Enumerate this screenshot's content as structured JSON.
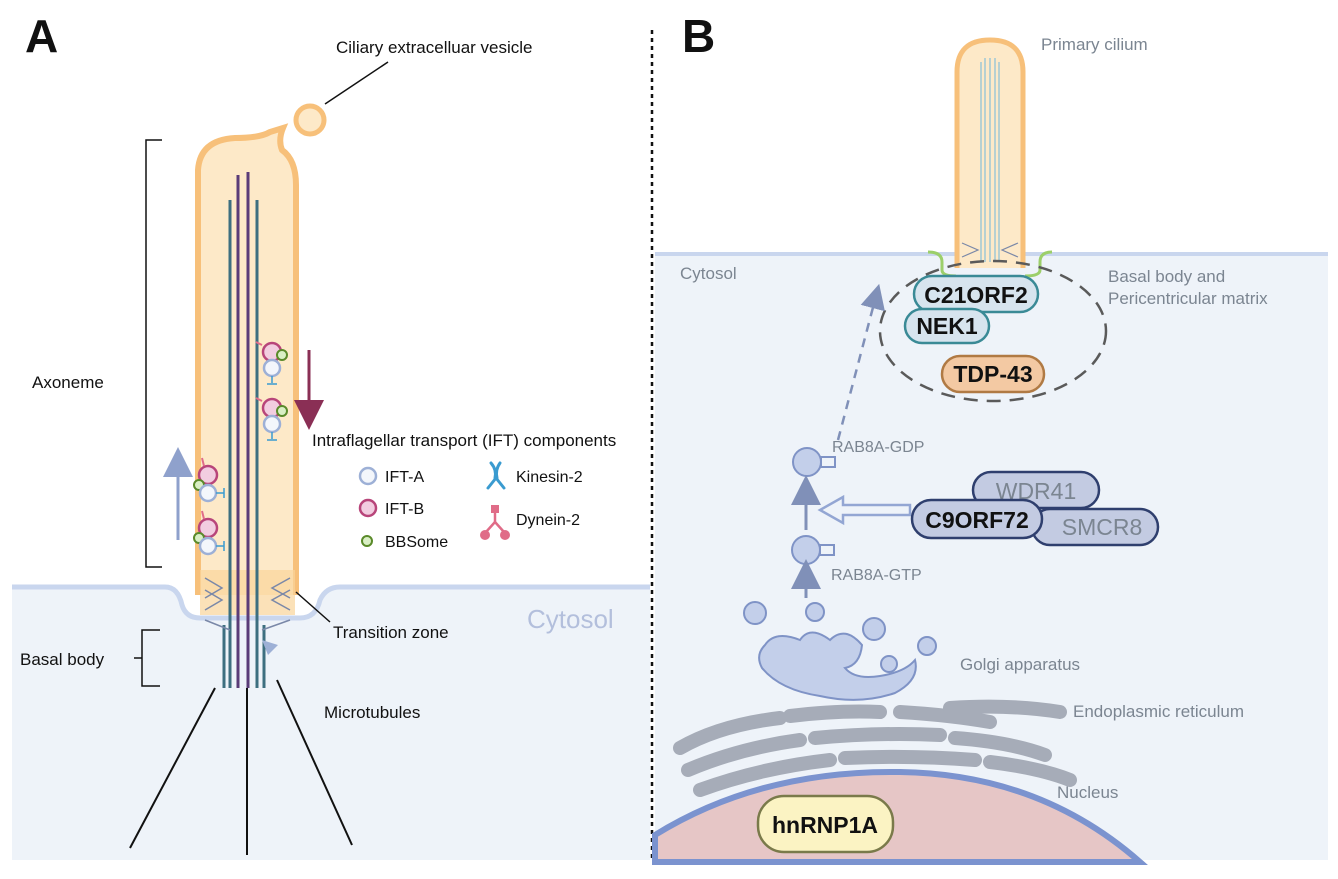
{
  "panelA": {
    "letter": "A",
    "vesicle_label": "Ciliary extracelluar vesicle",
    "axoneme_label": "Axoneme",
    "transition_zone_label": "Transition zone",
    "basal_body_label": "Basal body",
    "microtubules_label": "Microtubules",
    "cytosol_label": "Cytosol",
    "legend": {
      "title": "Intraflagellar transport (IFT) components",
      "ift_a": "IFT-A",
      "ift_b": "IFT-B",
      "bbsome": "BBSome",
      "kinesin": "Kinesin-2",
      "dynein": "Dynein-2"
    }
  },
  "panelB": {
    "letter": "B",
    "primary_cilium_label": "Primary cilium",
    "cytosol_label": "Cytosol",
    "basal_body_label_line1": "Basal body and",
    "basal_body_label_line2": "Pericentricular matrix",
    "c21orf2": "C21ORF2",
    "nek1": "NEK1",
    "tdp43": "TDP-43",
    "rab_gdp": "RAB8A-GDP",
    "rab_gtp": "RAB8A-GTP",
    "wdr41": "WDR41",
    "c9orf72": "C9ORF72",
    "smcr8": "SMCR8",
    "golgi_label": "Golgi apparatus",
    "er_label": "Endoplasmic reticulum",
    "nucleus_label": "Nucleus",
    "hnrnp": "hnRNP1A"
  },
  "colors": {
    "cilium_fill": "#fde9c8",
    "cilium_stroke": "#f7c07a",
    "axoneme_teal": "#3d6f80",
    "axoneme_purple": "#5a3c78",
    "membrane": "#c9d6ee",
    "cytosol_bg": "#eef3f9",
    "protein_teal": "#3a8a96",
    "protein_navy": "#2f3f6e",
    "protein_fill": "#c3cbe2",
    "tdp_fill": "#f3c9a3",
    "tdp_stroke": "#b07a44",
    "nucleus_fill": "#e6c6c6",
    "nucleus_stroke": "#7b93cf",
    "hnrnp_fill": "#fbf3c3",
    "ift_a": "#9db0d6",
    "ift_b": "#b8457a",
    "bbsome": "#5a8a2a",
    "kinesin": "#3a9bd0",
    "dynein": "#e06c88",
    "gray": "#7b8591"
  }
}
